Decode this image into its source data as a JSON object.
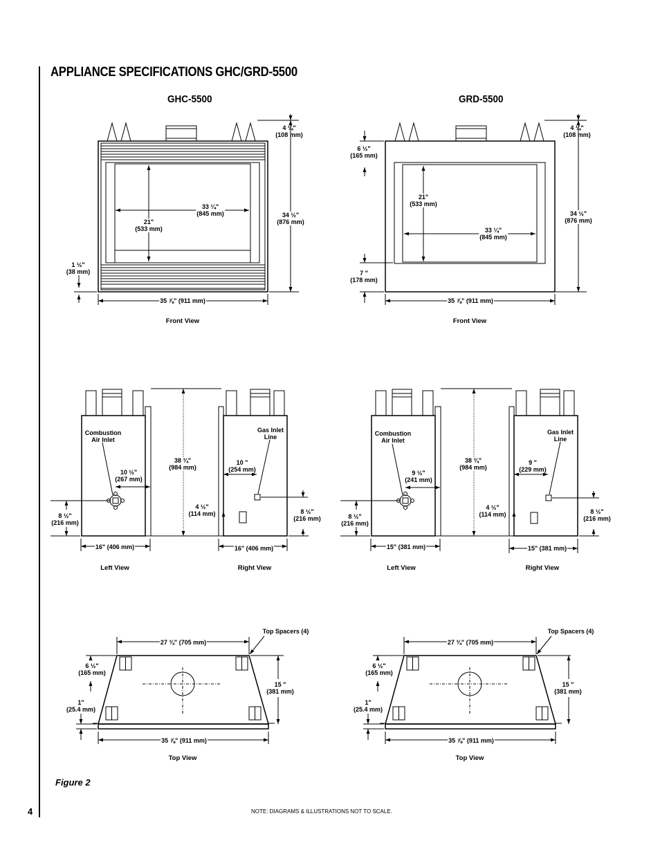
{
  "page": {
    "title": "APPLIANCE SPECIFICATIONS GHC/GRD-5500",
    "page_number": "4",
    "figure_label": "Figure 2",
    "note": "NOTE: DIAGRAMS & ILLUSTRATIONS NOT TO SCALE."
  },
  "models": {
    "ghc": "GHC-5500",
    "grd": "GRD-5500"
  },
  "captions": {
    "front": "Front View",
    "left": "Left View",
    "right": "Right View",
    "top": "Top View"
  },
  "ghc_front": {
    "top_offset": [
      "4 ¼\"",
      "(108 mm)"
    ],
    "height": [
      "34 ½\"",
      "(876 mm)"
    ],
    "opening_width": [
      "33 ¼\"",
      "(845 mm)"
    ],
    "opening_height": [
      "21\"",
      "(533 mm)"
    ],
    "bottom_offset": [
      "1 ½\"",
      "(38 mm)"
    ],
    "width": "35 ⅞\" (911 mm)"
  },
  "grd_front": {
    "top_offset": [
      "4 ¼\"",
      "(108 mm)"
    ],
    "side_offset": [
      "6 ½\"",
      "(165 mm)"
    ],
    "opening_height": [
      "21\"",
      "(533 mm)"
    ],
    "opening_width": [
      "33 ¼\"",
      "(845 mm)"
    ],
    "height": [
      "34 ½\"",
      "(876 mm)"
    ],
    "bottom_offset": [
      "7 \"",
      "(178 mm)"
    ],
    "width": "35 ⅞\" (911 mm)"
  },
  "ghc_sides": {
    "combustion_inlet": [
      "Combustion",
      "Air Inlet"
    ],
    "inlet_offset": [
      "10 ½\"",
      "(267 mm)"
    ],
    "inlet_height": [
      "8 ½\"",
      "(216 mm)"
    ],
    "left_depth": "16\" (406 mm)",
    "overall_height": [
      "38 ¾\"",
      "(984 mm)"
    ],
    "gas_inlet": [
      "Gas Inlet",
      "Line"
    ],
    "gas_offset": [
      "10 \"",
      "(254 mm)"
    ],
    "gas_low": [
      "4 ½\"",
      "(114 mm)"
    ],
    "gas_height": [
      "8 ½\"",
      "(216 mm)"
    ],
    "right_depth": "16\" (406 mm)"
  },
  "grd_sides": {
    "combustion_inlet": [
      "Combustion",
      "Air Inlet"
    ],
    "inlet_offset": [
      "9 ½\"",
      "(241 mm)"
    ],
    "inlet_height": [
      "8 ½\"",
      "(216 mm)"
    ],
    "left_depth": "15\" (381 mm)",
    "overall_height": [
      "38 ¾\"",
      "(984 mm)"
    ],
    "gas_inlet": [
      "Gas Inlet",
      "Line"
    ],
    "gas_offset": [
      "9 \"",
      "(229 mm)"
    ],
    "gas_low": [
      "4 ½\"",
      "(114 mm)"
    ],
    "gas_height": [
      "8 ½\"",
      "(216 mm)"
    ],
    "right_depth": "15\" (381 mm)"
  },
  "ghc_top": {
    "back_width": "27 ¾\" (705 mm)",
    "spacers": "Top Spacers (4)",
    "back_offset": [
      "6 ½\"",
      "(165 mm)"
    ],
    "depth": [
      "15 \"",
      "(381 mm)"
    ],
    "front_offset": [
      "1\"",
      "(25.4 mm)"
    ],
    "front_width": "35 ⅞\" (911 mm)"
  },
  "grd_top": {
    "back_width": "27 ¾\" (705 mm)",
    "spacers": "Top Spacers (4)",
    "back_offset": [
      "6 ½\"",
      "(165 mm)"
    ],
    "depth": [
      "15 \"",
      "(381 mm)"
    ],
    "front_offset": [
      "1\"",
      "(25.4 mm)"
    ],
    "front_width": "35 ⅞\" (911 mm)"
  }
}
